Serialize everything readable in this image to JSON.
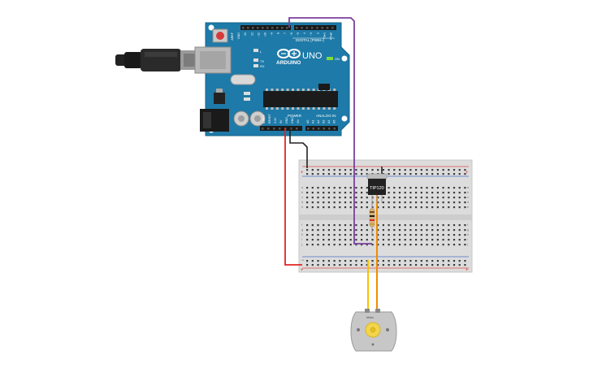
{
  "board": {
    "brand_label": "ARDUINO",
    "model_label": "UNO",
    "digital_header_label": "DIGITAL (PWM~)",
    "power_header_label": "POWER",
    "analog_header_label": "ANALOG IN",
    "led_labels": [
      "L",
      "TX",
      "RX"
    ],
    "on_label": "ON",
    "digital_pins": [
      "AREF",
      "GND",
      "13",
      "12",
      "~11",
      "~10",
      "~9",
      "8",
      "7",
      "~6",
      "~5",
      "4",
      "~3",
      "2",
      "TX▸1",
      "RX◂0"
    ],
    "power_pins": [
      "IOREF",
      "RESET",
      "3.3V",
      "5V",
      "GND",
      "GND",
      "Vin"
    ],
    "analog_pins": [
      "A0",
      "A1",
      "A2",
      "A3",
      "A4",
      "A5"
    ]
  },
  "breadboard": {
    "row_letters_top": [
      "a",
      "b",
      "c",
      "d",
      "e"
    ],
    "row_letters_bottom": [
      "f",
      "g",
      "h",
      "i",
      "j"
    ]
  },
  "transistor": {
    "label": "TIP120"
  },
  "motor": {
    "label": "Motor"
  },
  "colors": {
    "board_blue": "#1e7aa8",
    "wire_red": "#e02424",
    "wire_black": "#222222",
    "wire_purple": "#7b3f9e",
    "wire_orange": "#f08c00",
    "wire_yellow": "#f5c400"
  }
}
